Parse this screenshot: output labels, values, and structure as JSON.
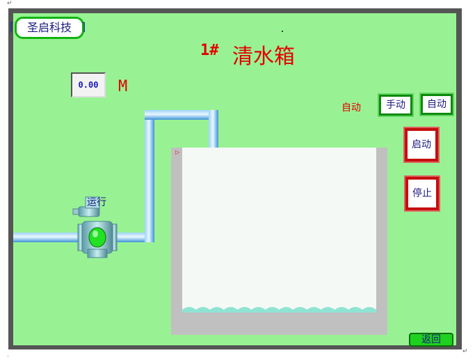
{
  "header": {
    "brand_label": "圣启科技",
    "title_number": "1#",
    "title_text": "清水箱"
  },
  "level": {
    "value": "0.00",
    "unit": "M"
  },
  "mode": {
    "current_label": "自动",
    "manual_button": "手动",
    "auto_button": "自动"
  },
  "controls": {
    "start_button": "启动",
    "stop_button": "停止"
  },
  "pump": {
    "status_label": "运行"
  },
  "tank": {
    "fill_fraction": 0.0
  },
  "footer": {
    "back_button": "返回"
  },
  "colors": {
    "panel_bg": "#98f293",
    "title_red": "#e40000",
    "pipe_blue": "#4aa3e6",
    "button_green": "#0d8a0d",
    "button_red": "#c40f0f",
    "running_indicator": "#22e022"
  }
}
